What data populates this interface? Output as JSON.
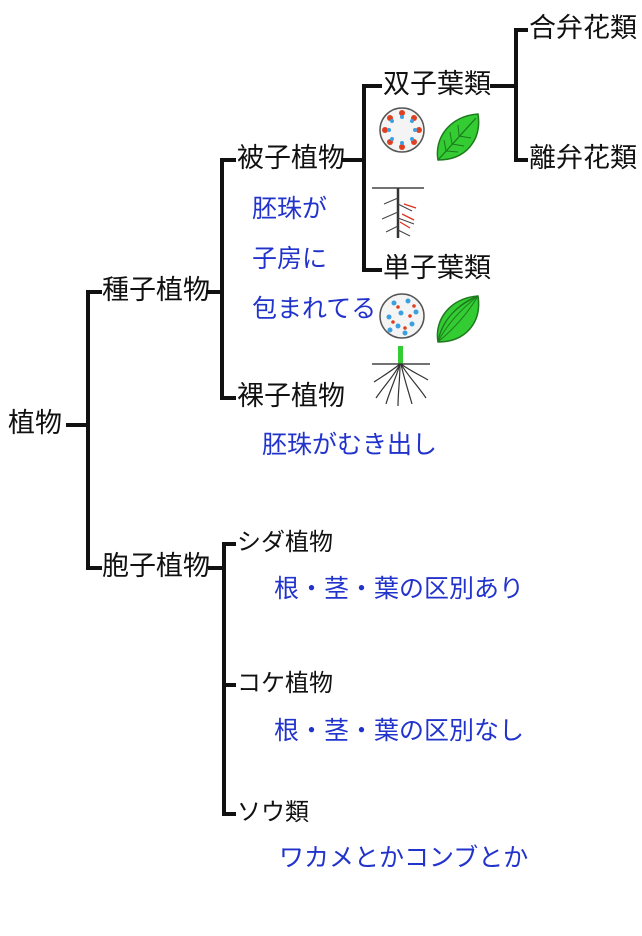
{
  "tree": {
    "root": "植物",
    "seed_plants": "種子植物",
    "angiosperms": "被子植物",
    "angiosperm_note": [
      "胚珠が",
      "子房に",
      "包まれてる"
    ],
    "dicots": "双子葉類",
    "sympetalae": "合弁花類",
    "choripetalae": "離弁花類",
    "monocots": "単子葉類",
    "gymnosperms": "裸子植物",
    "gymnosperm_note": "胚珠がむき出し",
    "spore_plants": "胞子植物",
    "ferns": "シダ植物",
    "ferns_note": "根・茎・葉の区別あり",
    "mosses": "コケ植物",
    "mosses_note": "根・茎・葉の区別なし",
    "algae": "ソウ類",
    "algae_note": "ワカメとかコンブとか"
  },
  "colors": {
    "line": "#111111",
    "note": "#2233cc",
    "leaf": "#33cc33",
    "stem": "#e03020"
  }
}
